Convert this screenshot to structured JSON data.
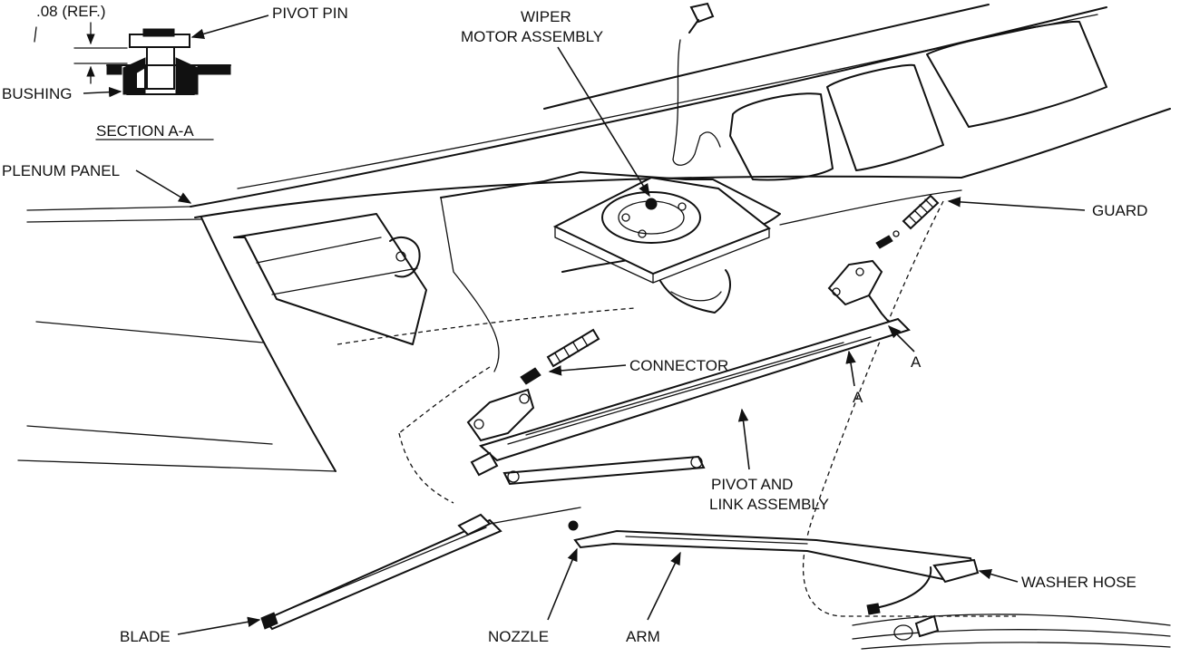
{
  "labels": {
    "pivot_pin": "PIVOT PIN",
    "ref_dim": ".08 (REF.)",
    "bushing": "BUSHING",
    "section": "SECTION A-A",
    "wiper_line1": "WIPER",
    "wiper_line2": "MOTOR ASSEMBLY",
    "plenum_panel": "PLENUM PANEL",
    "guard": "GUARD",
    "connector": "CONNECTOR",
    "section_mark_a1": "A",
    "section_mark_a2": "A",
    "pivot_link_line1": "PIVOT AND",
    "pivot_link_line2": "LINK ASSEMBLY",
    "washer_hose": "WASHER HOSE",
    "blade": "BLADE",
    "nozzle": "NOZZLE",
    "arm": "ARM"
  }
}
